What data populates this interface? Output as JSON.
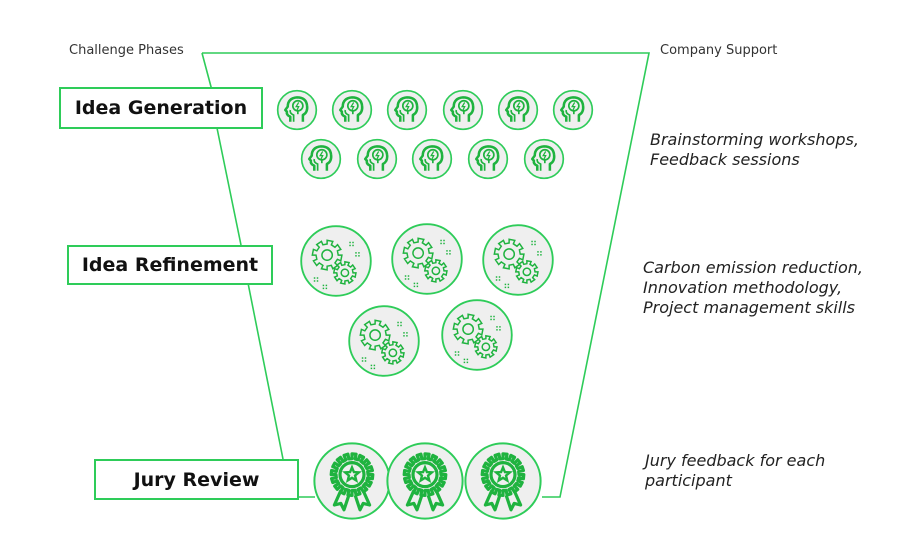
{
  "headers": {
    "left": "Challenge Phases",
    "right": "Company Support"
  },
  "colors": {
    "accent": "#2ecc59",
    "icon_green": "#1fb33f",
    "icon_bg": "#efefef",
    "text": "#111111"
  },
  "phases": [
    {
      "label": "Idea Generation",
      "icon": "head-lightbulb-icon",
      "icon_count": 11,
      "support": "Brainstorming workshops,\nFeedback sessions"
    },
    {
      "label": "Idea Refinement",
      "icon": "gears-icon",
      "icon_count": 5,
      "support": "Carbon emission reduction,\nInnovation methodology,\nProject management skills"
    },
    {
      "label": "Jury Review",
      "icon": "award-ribbon-icon",
      "icon_count": 3,
      "support": "Jury feedback for each\nparticipant"
    }
  ]
}
